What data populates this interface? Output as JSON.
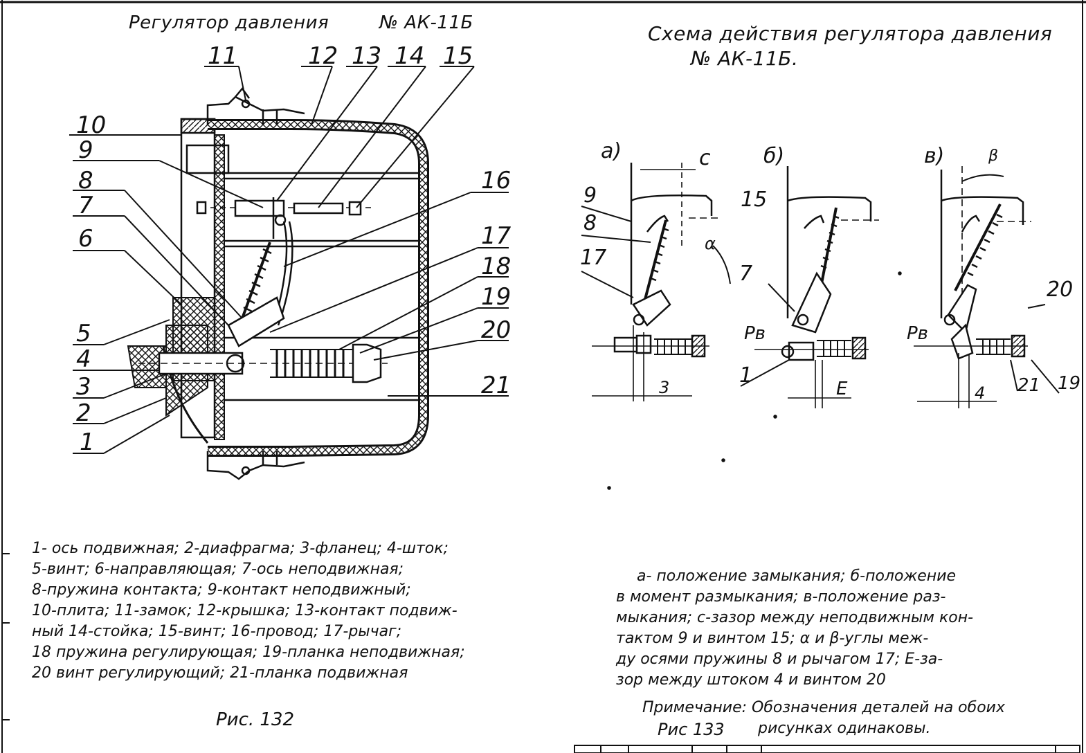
{
  "left": {
    "title": "Регулятор давления",
    "number": "№ АК-11Б",
    "callouts": [
      "1",
      "2",
      "3",
      "4",
      "5",
      "6",
      "7",
      "8",
      "9",
      "10",
      "11",
      "12",
      "13",
      "14",
      "15",
      "16",
      "17",
      "18",
      "19",
      "20",
      "21"
    ],
    "legend": [
      "1- ось подвижная; 2-диафрагма; 3-фланец; 4-шток;",
      "5-винт; 6-направляющая; 7-ось неподвижная;",
      "8-пружина контакта; 9-контакт неподвижный;",
      "10-плита; 11-замок; 12-крышка; 13-контакт подвиж-",
      "ный 14-стойка; 15-винт; 16-провод; 17-рычаг;",
      "18 пружина регулирующая; 19-планка неподвижная;",
      "20 винт регулирующий; 21-планка подвижная"
    ],
    "figure": "Рис. 132"
  },
  "right": {
    "title_line1": "Схема действия регулятора давления",
    "title_line2": "№ АК-11Б.",
    "panels": [
      "а)",
      "б)",
      "в)"
    ],
    "labels": {
      "c": "с",
      "alpha": "α",
      "beta": "β",
      "n9": "9",
      "n8": "8",
      "n17": "17",
      "n15": "15",
      "n7": "7",
      "n1": "1",
      "n20": "20",
      "n21": "21",
      "n19": "19",
      "pb": "Рв",
      "three": "3",
      "e": "Е",
      "four": "4"
    },
    "legend": [
      "а- положение замыкания; б-положение",
      "в момент размыкания; в-положение раз-",
      "мыкания; с-зазор между неподвижным кон-",
      "тактом 9 и винтом 15; α и β-углы меж-",
      "ду осями пружины 8 и рычагом 17; Е-за-",
      "зор между штоком 4 и винтом 20"
    ],
    "note": "Примечание: Обозначения деталей на обоих",
    "note2": "рисунках одинаковы.",
    "figure": "Рис 133"
  }
}
